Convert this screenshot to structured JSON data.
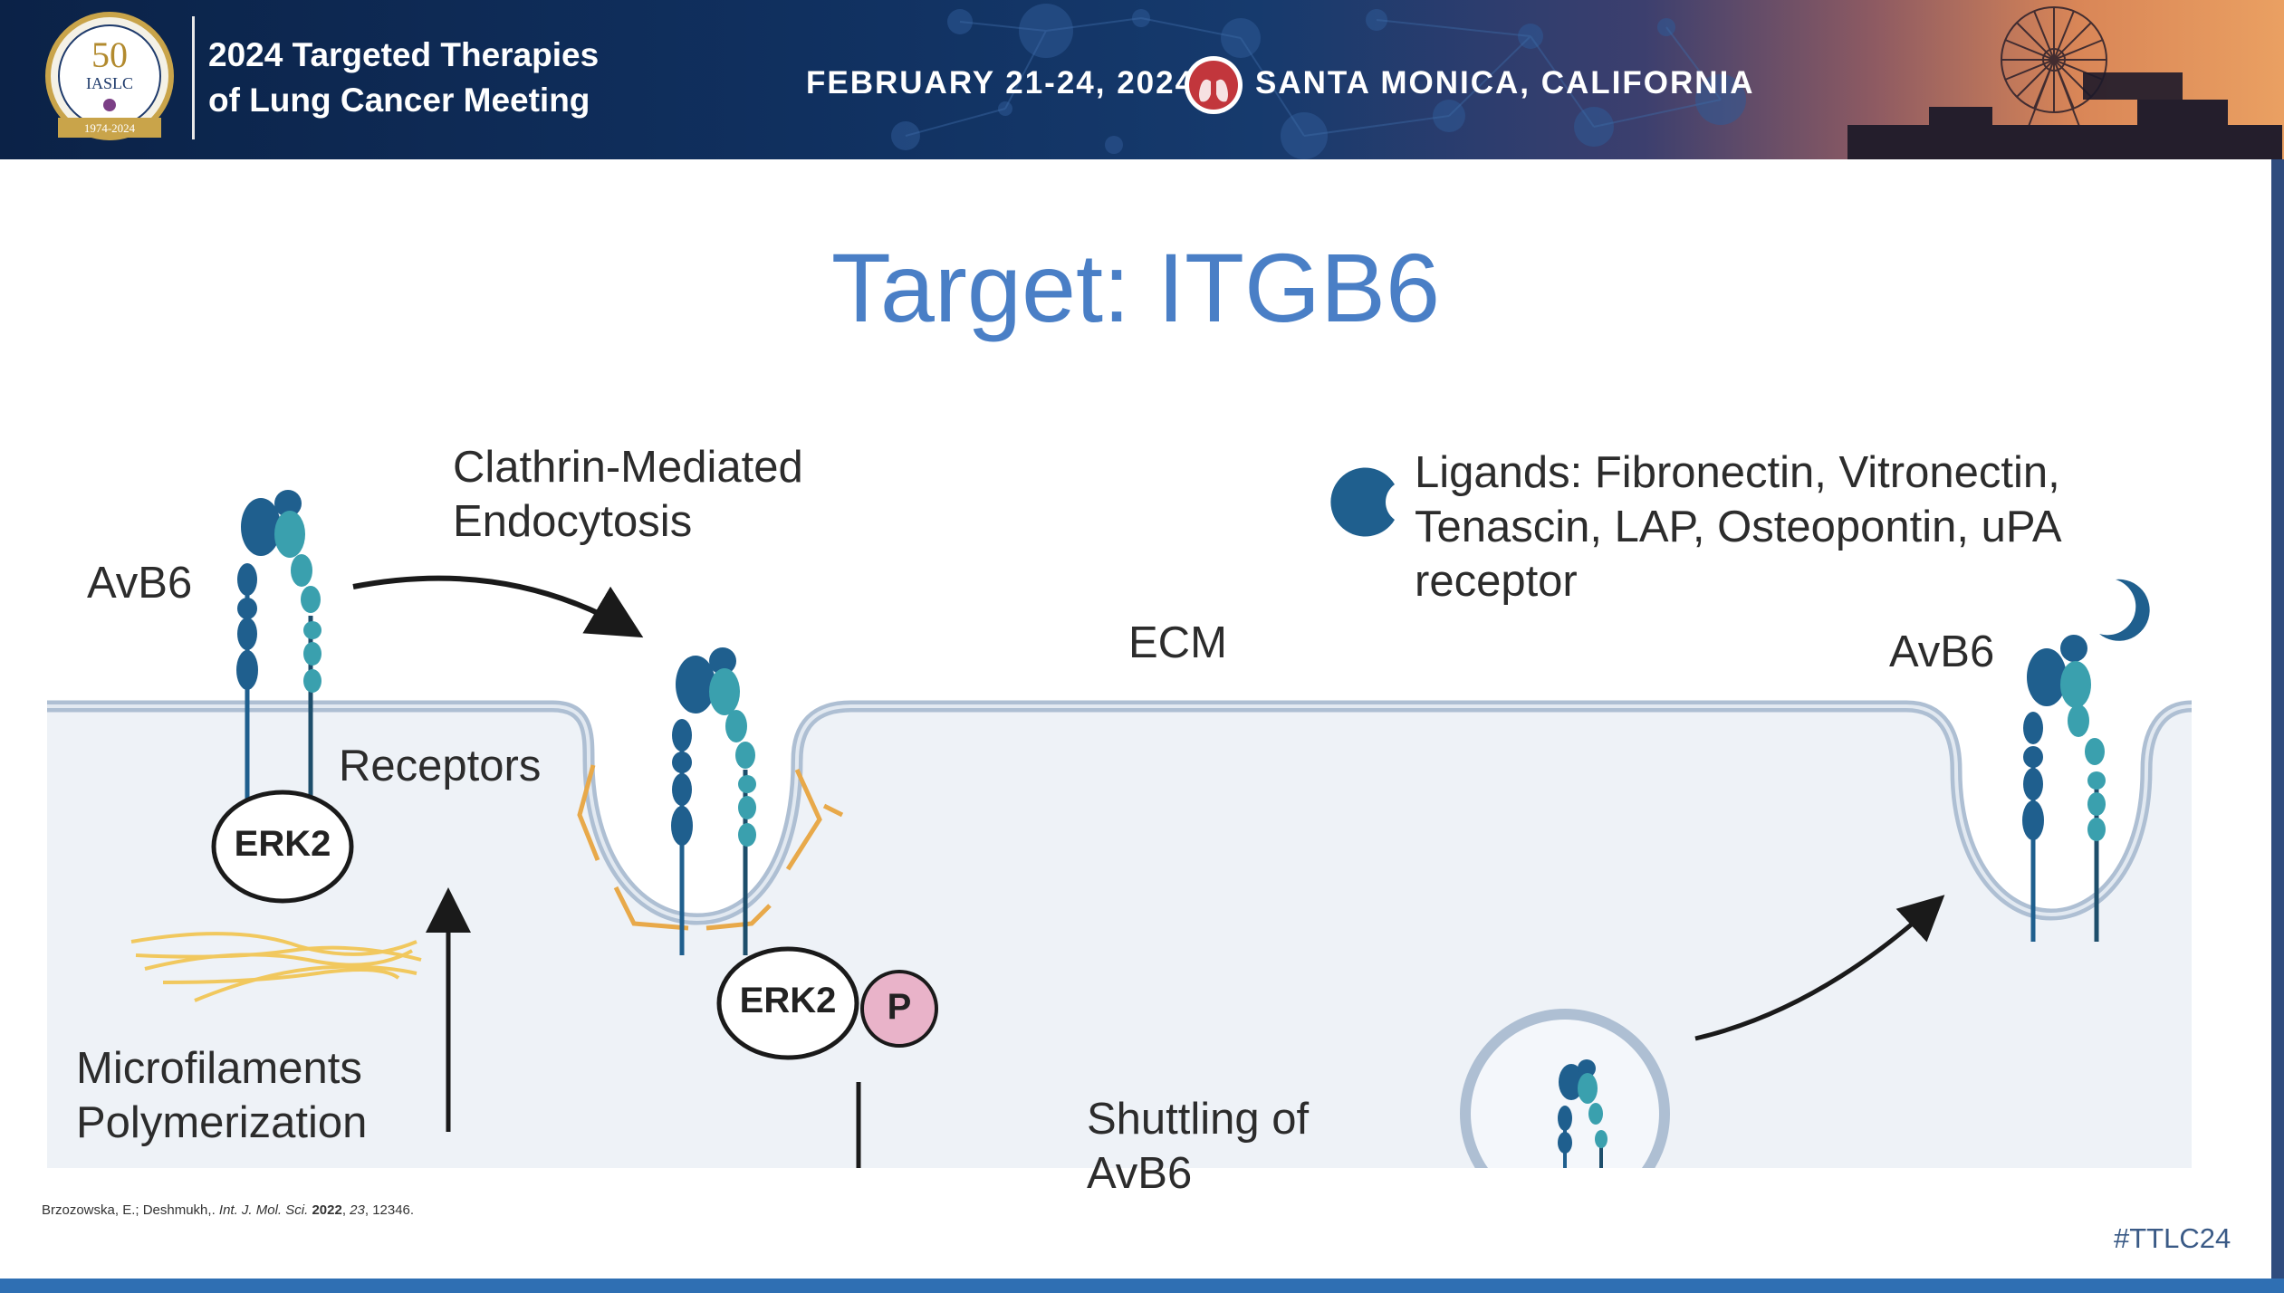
{
  "banner": {
    "logo": {
      "number": "50",
      "org": "IASLC",
      "years": "1974-2024"
    },
    "meeting_line1": "2024 Targeted Therapies",
    "meeting_line2": "of Lung Cancer Meeting",
    "dates": "FEBRUARY 21-24, 2024",
    "location": "SANTA MONICA, CALIFORNIA"
  },
  "slide": {
    "title": "Target: ITGB6",
    "diagram": {
      "avb6_left": "AvB6",
      "endocytosis_line1": "Clathrin-Mediated",
      "endocytosis_line2": "Endocytosis",
      "ligands_line1": "Ligands: Fibronectin, Vitronectin,",
      "ligands_line2": "Tenascin, LAP, Osteopontin, uPA",
      "ligands_line3": "receptor",
      "ecm": "ECM",
      "avb6_right": "AvB6",
      "receptors": "Receptors",
      "erk2_left": "ERK2",
      "erk2_center": "ERK2",
      "phospho": "P",
      "microfilaments_line1": "Microfilaments",
      "microfilaments_line2": "Polymerization",
      "shuttling_line1": "Shuttling of",
      "shuttling_line2": "AvB6"
    },
    "citation": {
      "authors": "Brzozowska, E.; Deshmukh,.",
      "journal": "Int. J. Mol. Sci.",
      "year": "2022",
      "volume": "23",
      "pages": "12346."
    },
    "hashtag": "#TTLC24"
  },
  "colors": {
    "title_blue": "#4a7fc6",
    "membrane": "#aebfd3",
    "cytoplasm": "#eef2f7",
    "integrin_dark": "#1f5f8e",
    "integrin_light": "#3aa0ae",
    "clathrin": "#e8a94a",
    "actin": "#f2c44e",
    "phospho_pink": "#e9b3c9",
    "banner_navy": "#10305f"
  },
  "icons": [
    "iaslc-logo-icon",
    "lung-icon",
    "ferris-wheel-icon",
    "ligand-icon",
    "arrow-icon"
  ]
}
